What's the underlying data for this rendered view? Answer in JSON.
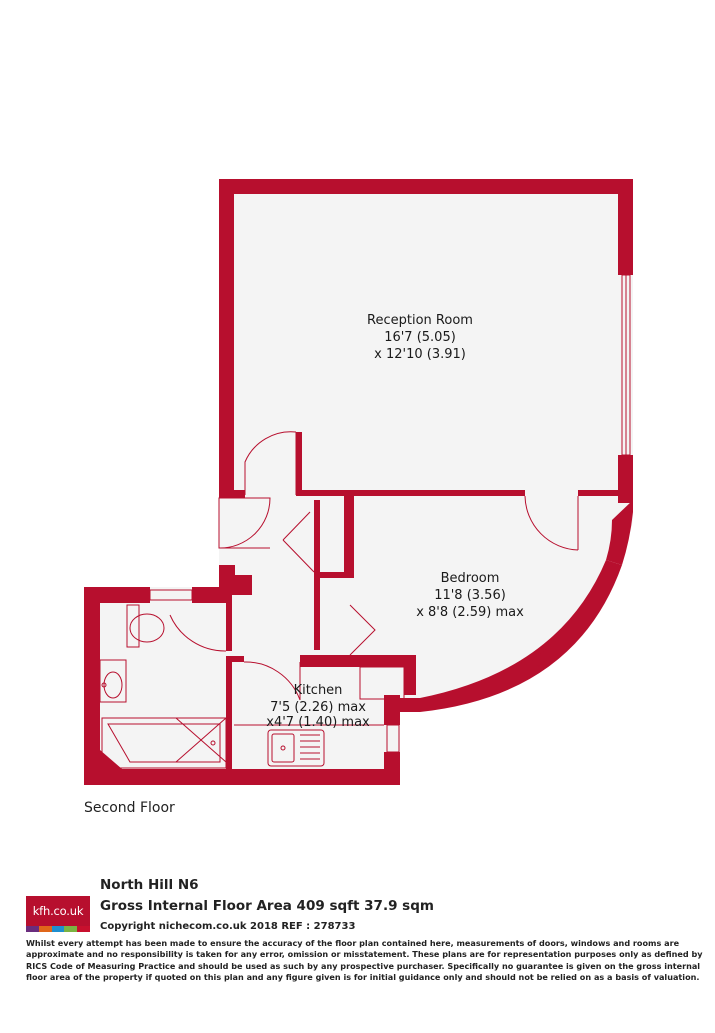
{
  "colors": {
    "wall": "#b70f2e",
    "floor": "#f4f4f4",
    "line": "#b70f2e"
  },
  "rooms": {
    "reception": {
      "name": "Reception Room",
      "dim1": "16'7 (5.05)",
      "dim2": "x 12'10 (3.91)"
    },
    "bedroom": {
      "name": "Bedroom",
      "dim1": "11'8 (3.56)",
      "dim2": "x 8'8 (2.59) max"
    },
    "kitchen": {
      "name": "Kitchen",
      "dim1": "7'5 (2.26) max",
      "dim2": "x4'7 (1.40) max"
    }
  },
  "floor_label": "Second Floor",
  "footer": {
    "logo_text": "kfh.co.uk",
    "logo_colors": [
      "#6a2d7e",
      "#e0671a",
      "#1f8fcf",
      "#7bb342",
      "#c8102e"
    ],
    "address": "North Hill  N6",
    "area": "Gross Internal Floor Area 409 sqft 37.9 sqm",
    "copyright": "Copyright nichecom.co.uk 2018 REF : 278733",
    "disclaimer": "Whilst every attempt has been made to ensure the accuracy of the floor plan contained here, measurements of doors, windows and rooms are approximate and no responsibility is taken for any error, omission or misstatement.  These plans are for representation purposes only as defined by RICS Code of Measuring Practice and should be used as such by any prospective purchaser.  Specifically no guarantee is given on the gross internal floor area of the property if quoted on this plan and any figure given is for initial guidance only and should not be relied on as a basis of valuation."
  }
}
